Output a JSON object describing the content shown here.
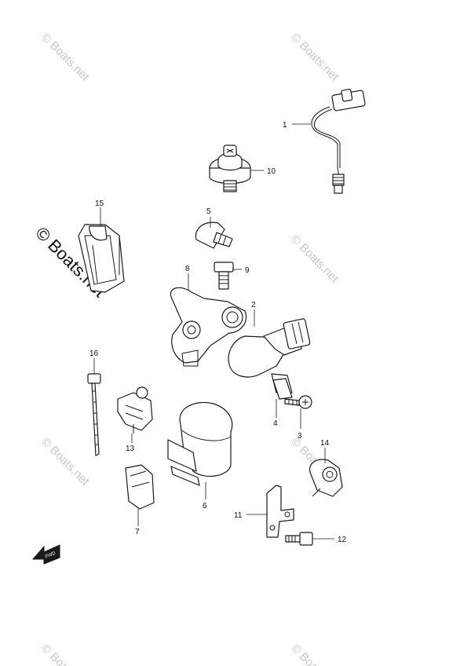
{
  "watermark": {
    "text": "© Boats.net",
    "large_text": "© Boats.net"
  },
  "callouts": {
    "c1": "1",
    "c2": "2",
    "c3": "3",
    "c4": "4",
    "c5": "5",
    "c6": "6",
    "c7": "7",
    "c8": "8",
    "c9": "9",
    "c10": "10",
    "c11": "11",
    "c12": "12",
    "c13": "13",
    "c14": "14",
    "c15": "15",
    "c16": "16"
  },
  "fwd_badge": "FWD",
  "colors": {
    "line": "#1a1a1a",
    "watermark": "#c8c8c8",
    "background": "#ffffff"
  }
}
